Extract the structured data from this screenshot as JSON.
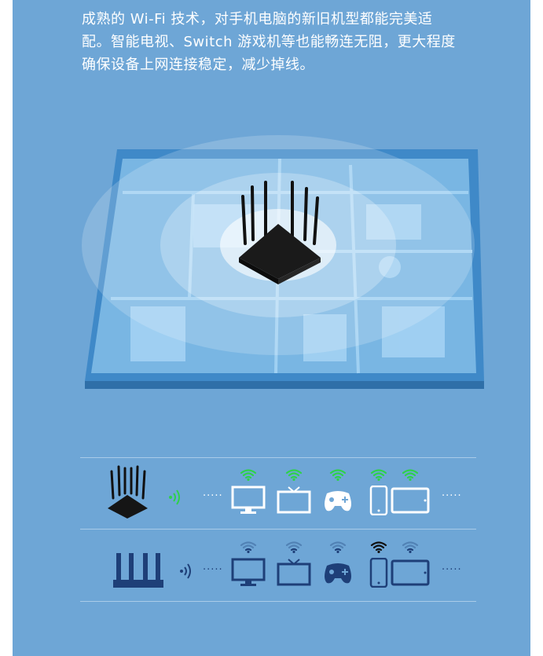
{
  "intro": {
    "lines": [
      "成熟的 Wi-Fi 技术，对手机电脑的新旧机型都能完美适",
      "配。智能电视、Switch 游戏机等也能畅连无阻，更大程度",
      "确保设备上网连接稳定，减少掉线。"
    ]
  },
  "comparison": {
    "rows": [
      {
        "router": "router-six-antenna-black-icon",
        "signal": "signal-waves-icon",
        "devices": [
          "monitor-icon",
          "tv-icon",
          "gamepad-icon",
          "phone-icon",
          "tablet-icon"
        ],
        "wifi_levels": [
          1,
          1,
          1,
          1,
          1
        ],
        "colors": {
          "wifi": "#2fd14b",
          "device": "#ffffff"
        }
      },
      {
        "router": "router-four-antenna-blue-icon",
        "signal": "signal-waves-icon",
        "devices": [
          "monitor-icon",
          "tv-icon",
          "gamepad-icon",
          "phone-icon",
          "tablet-icon"
        ],
        "wifi_levels": [
          0.33,
          0.33,
          0.33,
          1,
          0.33
        ],
        "colors": {
          "wifi": "#1e3f78",
          "device": "#1e3f78"
        }
      }
    ]
  },
  "colors": {
    "background": "#6ea6d6",
    "text": "#ffffff",
    "separator": "#a9cbe8"
  }
}
